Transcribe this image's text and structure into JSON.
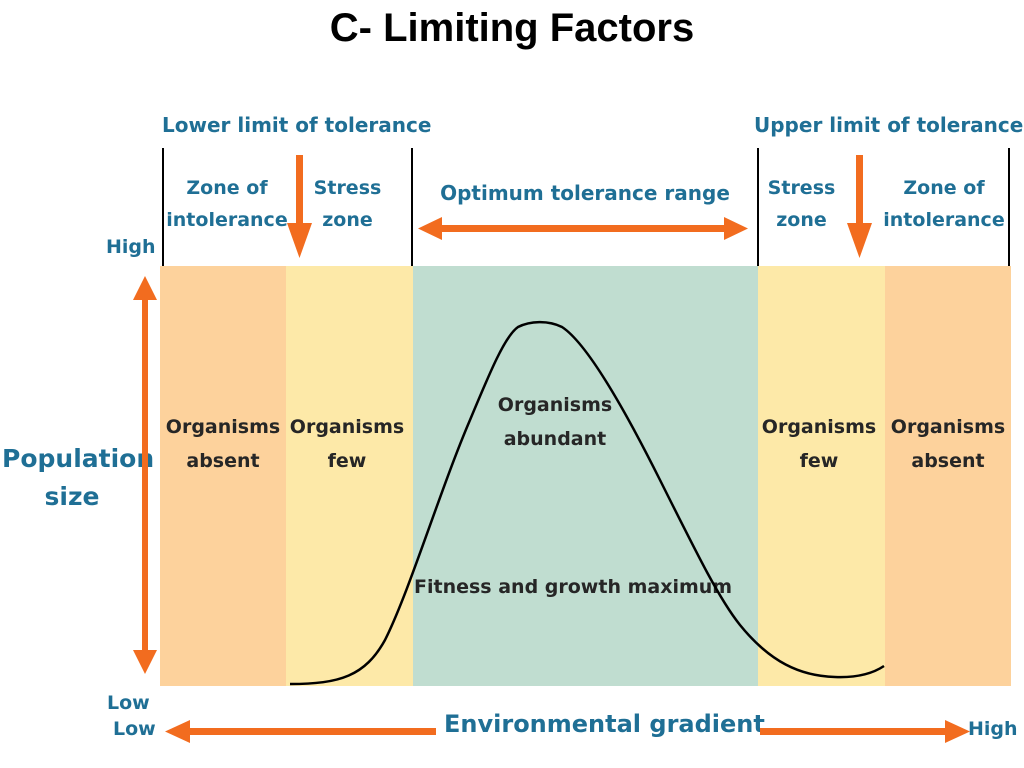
{
  "title": "C- Limiting Factors",
  "labels": {
    "lower_limit": "Lower limit of tolerance",
    "upper_limit": "Upper limit of tolerance",
    "optimum_range": "Optimum tolerance range",
    "y_high": "High",
    "y_low": "Low",
    "x_low": "Low",
    "x_high": "High",
    "y_axis_line1": "Population",
    "y_axis_line2": "size",
    "x_axis": "Environmental gradient",
    "fitness": "Fitness and growth maximum"
  },
  "zones": [
    {
      "header_line1": "Zone of",
      "header_line2": "intolerance",
      "body_line1": "Organisms",
      "body_line2": "absent"
    },
    {
      "header_line1": "Stress",
      "header_line2": "zone",
      "body_line1": "Organisms",
      "body_line2": "few"
    },
    {
      "header_line1": "",
      "header_line2": "",
      "body_line1": "Organisms",
      "body_line2": "abundant"
    },
    {
      "header_line1": "Stress",
      "header_line2": "zone",
      "body_line1": "Organisms",
      "body_line2": "few"
    },
    {
      "header_line1": "Zone of",
      "header_line2": "intolerance",
      "body_line1": "Organisms",
      "body_line2": "absent"
    }
  ],
  "colors": {
    "intolerance_zone": "#fdd29c",
    "stress_zone": "#fde9a8",
    "optimum_zone": "#c0ddd0",
    "arrow": "#f26c1f",
    "label_blue": "#1f6f95",
    "curve": "#000000"
  }
}
